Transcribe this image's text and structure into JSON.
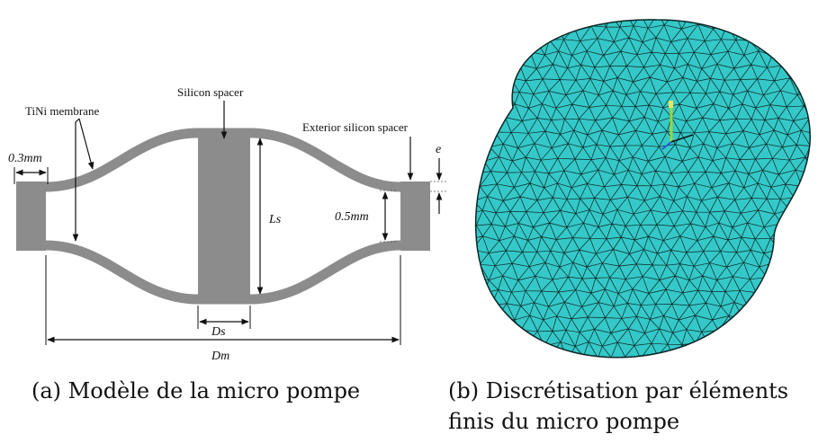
{
  "panel_a": {
    "labels": {
      "silicon_spacer": "Silicon spacer",
      "tini_membrane": "TiNi membrane",
      "exterior_spacer": "Exterior silicon spacer",
      "dim_03": "0.3mm",
      "dim_05": "0.5mm",
      "dim_ls": "Ls",
      "dim_ds": "Ds",
      "dim_dm": "Dm",
      "dim_e": "e"
    },
    "caption": "(a) Modèle de la micro pompe"
  },
  "panel_b": {
    "caption_line1": "(b) Discrétisation par éléments",
    "caption_line2": "finis du micro pompe"
  },
  "colors": {
    "structure_gray": "#8c8c8c",
    "mesh_fill": "#35c8c8",
    "mesh_line": "#0b2626",
    "axis_green": "#9ad63a",
    "axis_blue": "#2a5ad8"
  }
}
